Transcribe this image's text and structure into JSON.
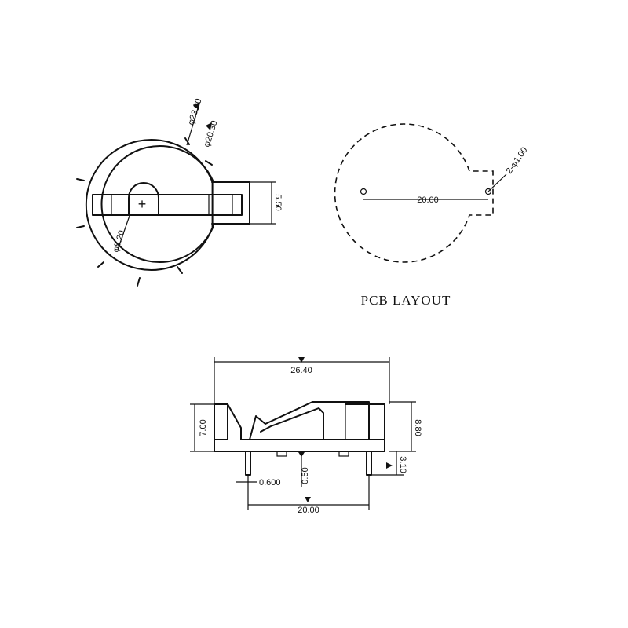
{
  "top_view": {
    "outer_diameter": "φ23.00",
    "inner_diameter": "φ20.30",
    "tab_height": "5.50",
    "center_hole": "φ5.20",
    "polarity": "+"
  },
  "pcb_layout": {
    "title": "PCB LAYOUT",
    "pin_spacing": "20.00",
    "hole_spec": "2-φ1.00"
  },
  "side_view": {
    "overall_width": "26.40",
    "body_height": "7.00",
    "total_height": "8.80",
    "pin_length": "3.10",
    "pin_width": "0.600",
    "standoff": "0.50",
    "pin_spacing": "20.00"
  }
}
